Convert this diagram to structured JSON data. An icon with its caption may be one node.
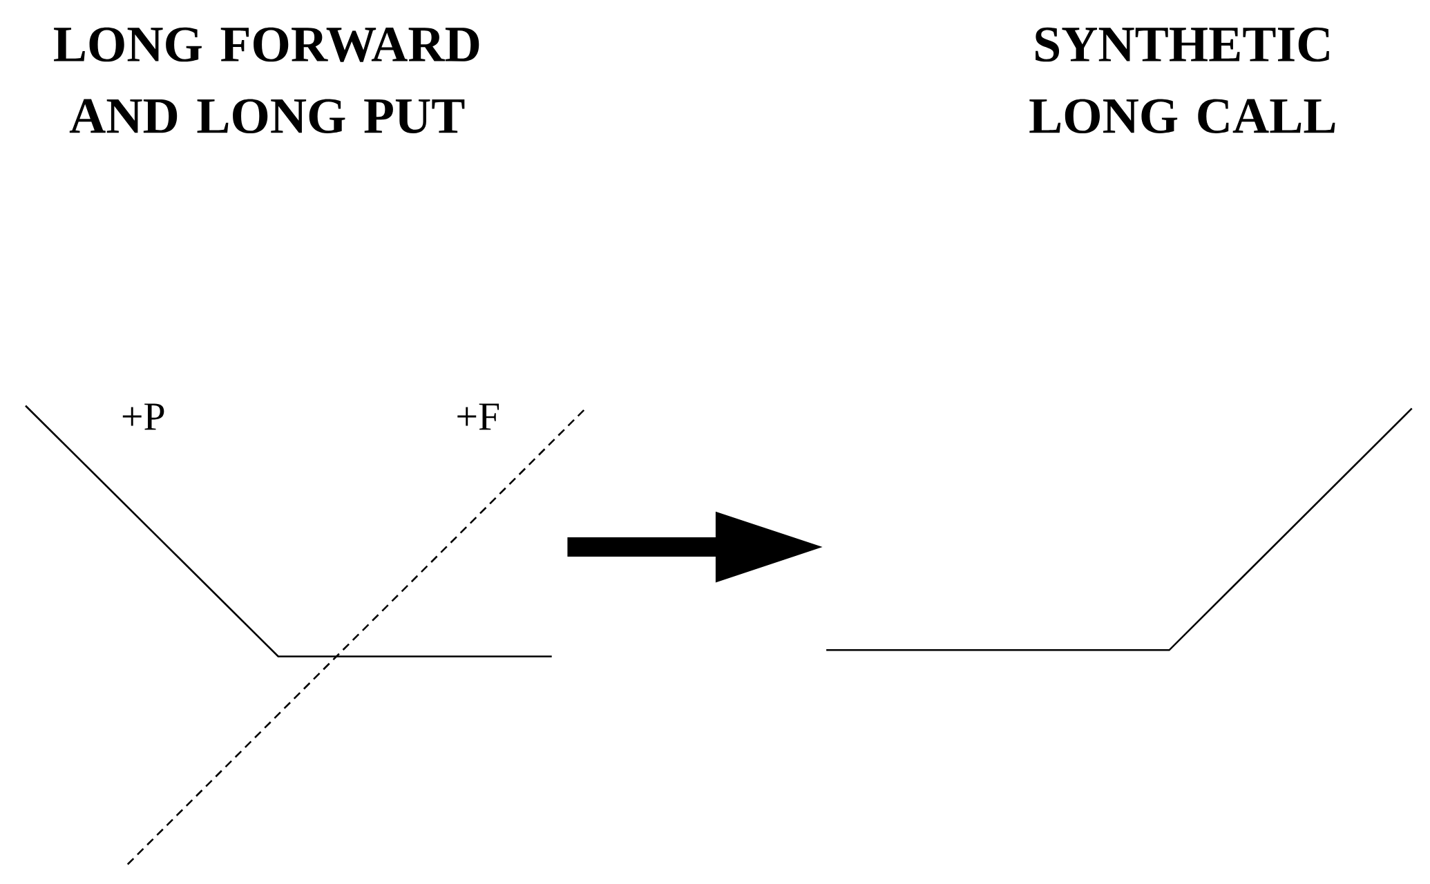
{
  "diagram": {
    "nodes": [
      {
        "text": [
          "LONG FORWARD AND LONG PUT"
        ]
      },
      {
        "text": [
          "SYNTHETIC LONG CALL"
        ]
      },
      {
        "text": [],
        "shape": "picture"
      },
      {
        "text": [],
        "shape": "picture"
      }
    ],
    "edges": [
      {
        "from": 2,
        "to": 3,
        "arrow": "to"
      }
    ],
    "labels": [
      "+P",
      "+F"
    ]
  }
}
